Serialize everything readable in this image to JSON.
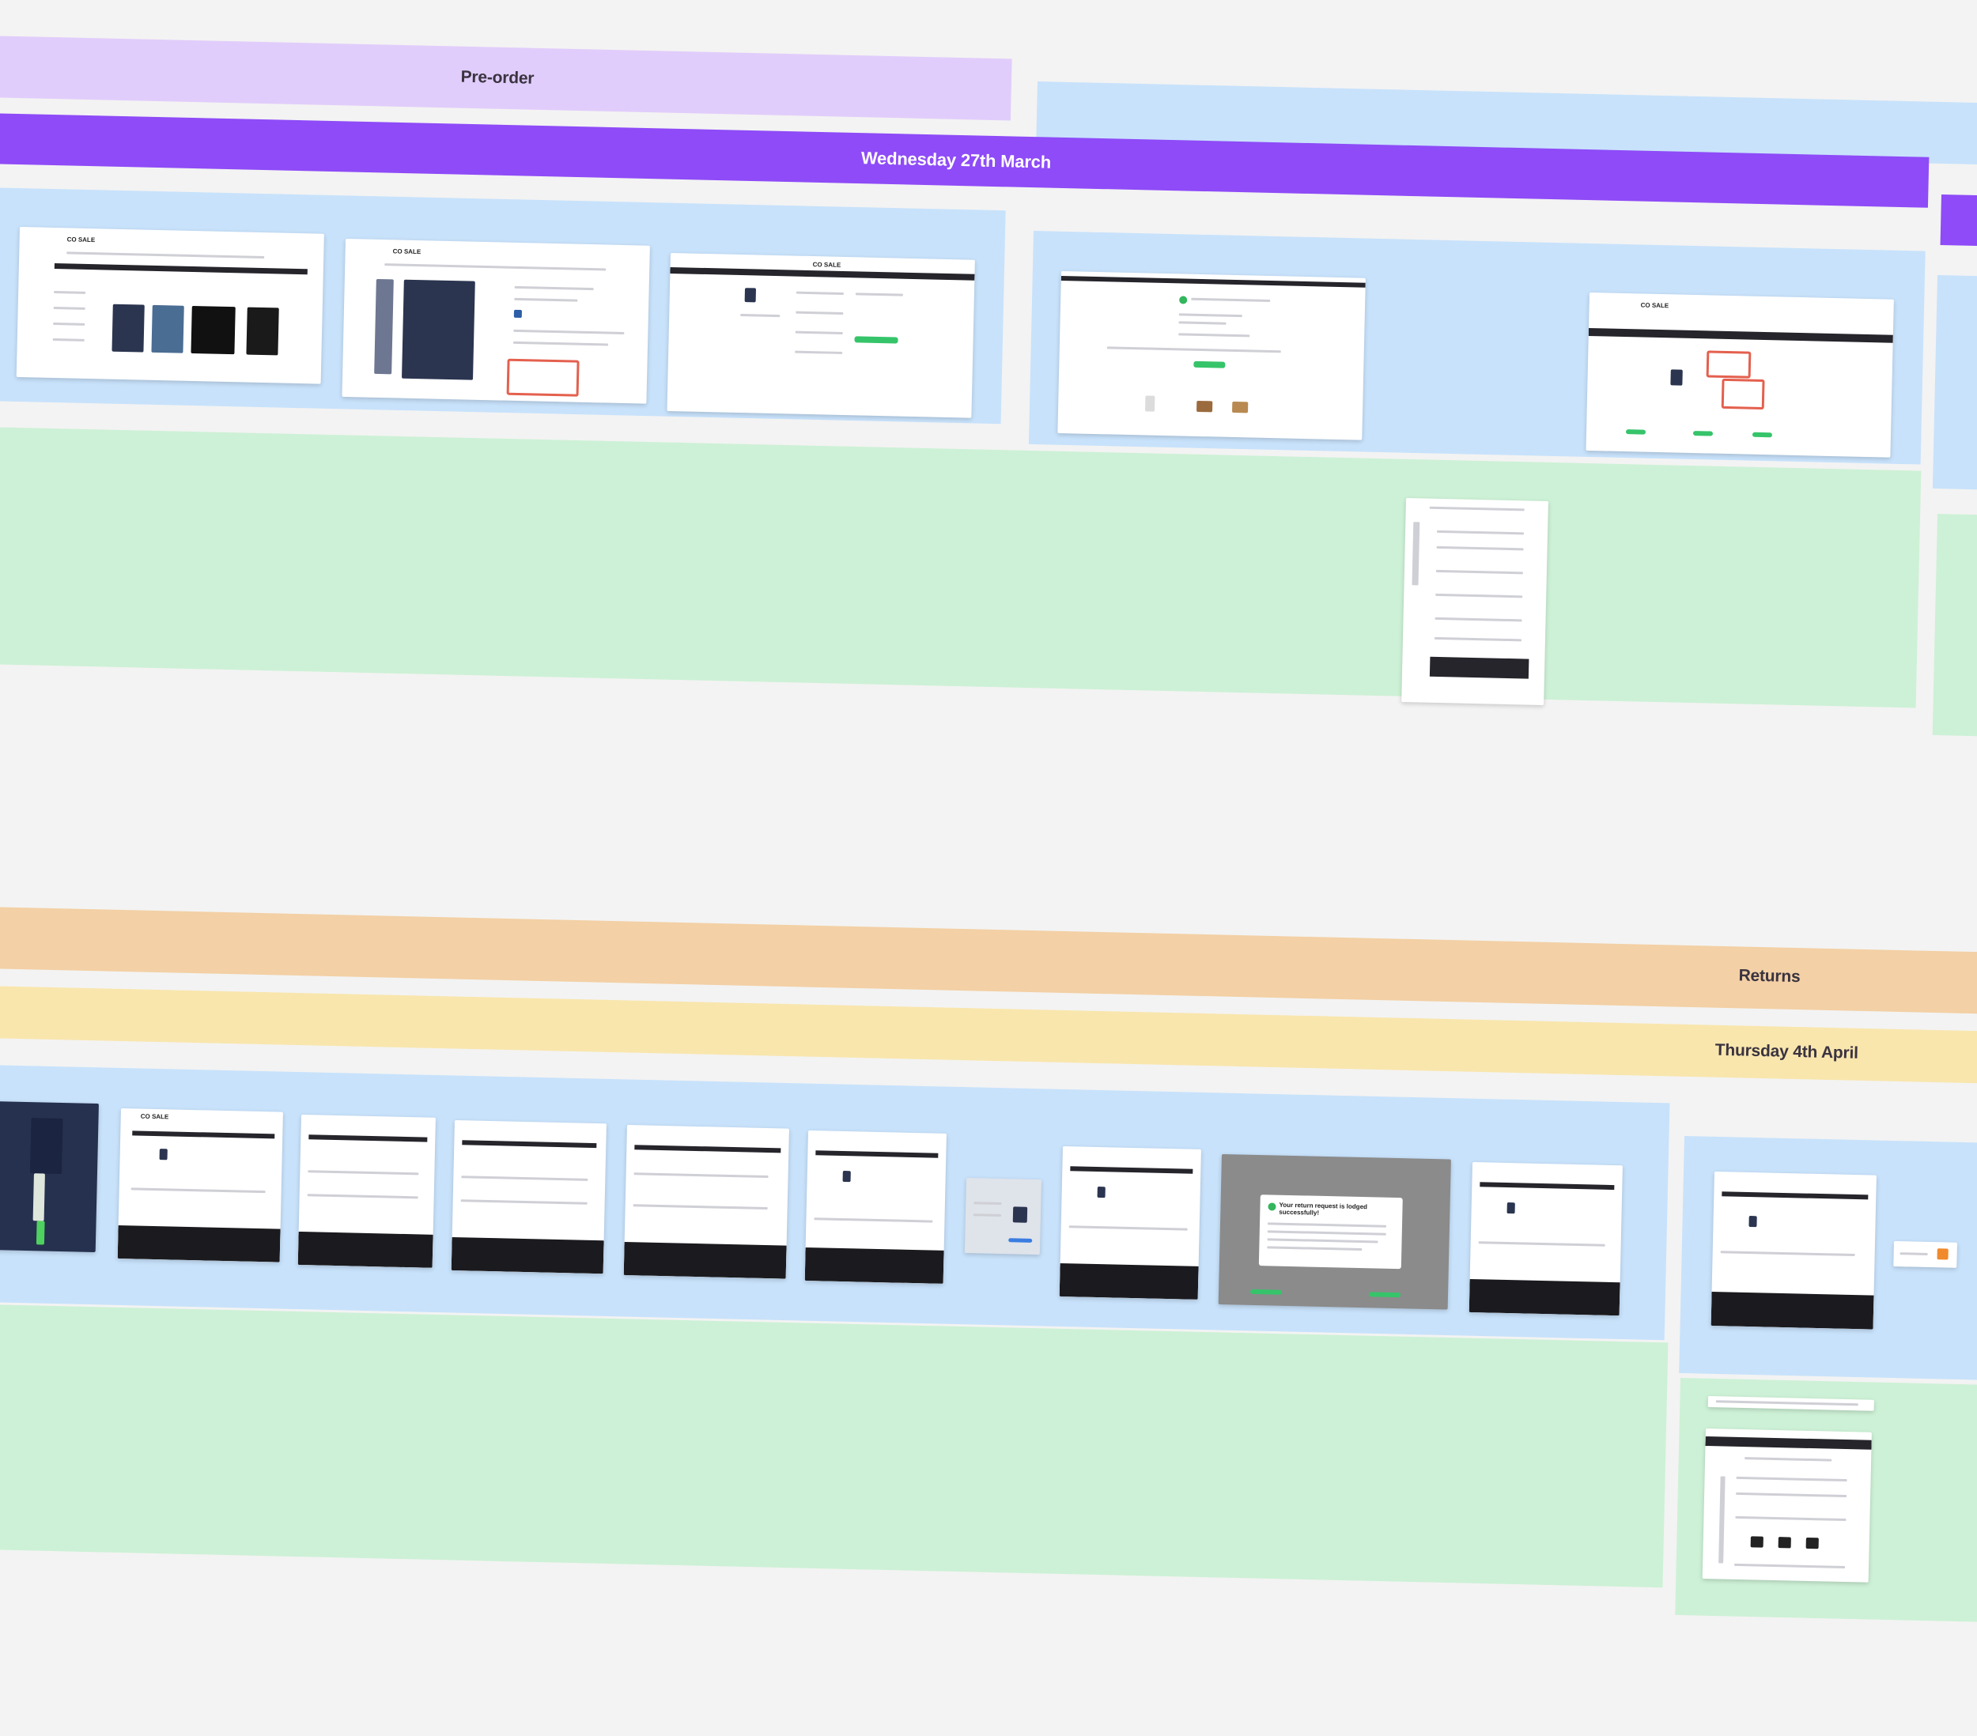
{
  "canvas": {
    "background": "#f3f3f3"
  },
  "section_bands": {
    "pre_order": {
      "label": "Pre-order",
      "color": "#e1cdfb"
    },
    "returns": {
      "label": "Returns",
      "color": "#f3d0a5"
    }
  },
  "date_bands": {
    "wednesday": {
      "label": "Wednesday 27th March",
      "color": "#8e4bf7"
    },
    "thursday": {
      "label": "Thursday 4th April",
      "color": "#f9e6ad"
    }
  },
  "lanes": {
    "blue_color": "#c8e2fb",
    "green_color": "#cdf1d6"
  },
  "screenshots": {
    "brand_logo": "CO SALE",
    "confirmation_modal_title": "Your return request is lodged successfully!"
  },
  "colors": {
    "highlight_border": "#e4604e",
    "success_green": "#36c46a",
    "dark_footer": "#1b1b1f"
  }
}
